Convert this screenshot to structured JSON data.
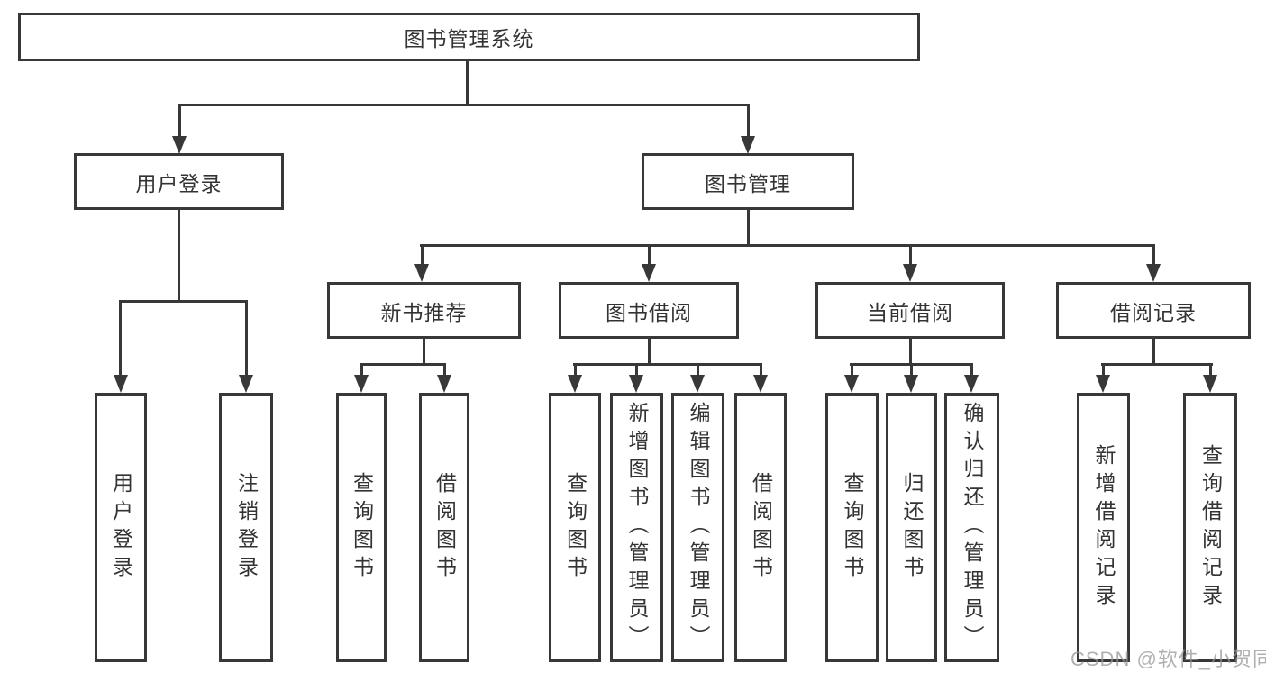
{
  "diagram": {
    "title": "图书管理系统",
    "branches": {
      "user_login": {
        "label": "用户登录",
        "children": {
          "login": "用户登录",
          "logout": "注销登录"
        }
      },
      "book_mgmt": {
        "label": "图书管理",
        "children": {
          "new_book_rec": {
            "label": "新书推荐",
            "children": {
              "query_book": "查询图书",
              "borrow_book": "借阅图书"
            }
          },
          "book_borrow": {
            "label": "图书借阅",
            "children": {
              "query_book": "查询图书",
              "add_book": "新增图书（管理员）",
              "edit_book": "编辑图书（管理员）",
              "borrow_book": "借阅图书"
            }
          },
          "current_borrow": {
            "label": "当前借阅",
            "children": {
              "query_book": "查询图书",
              "return_book": "归还图书",
              "confirm_return": "确认归还（管理员）"
            }
          },
          "borrow_record": {
            "label": "借阅记录",
            "children": {
              "add_record": "新增借阅记录",
              "query_record": "查询借阅记录"
            }
          }
        }
      }
    },
    "watermark": "CSDN @软件_小贺同学",
    "colors": {
      "line": "#383838",
      "text": "#333333",
      "watermark": "#b3b3b3",
      "background": "#ffffff"
    }
  }
}
